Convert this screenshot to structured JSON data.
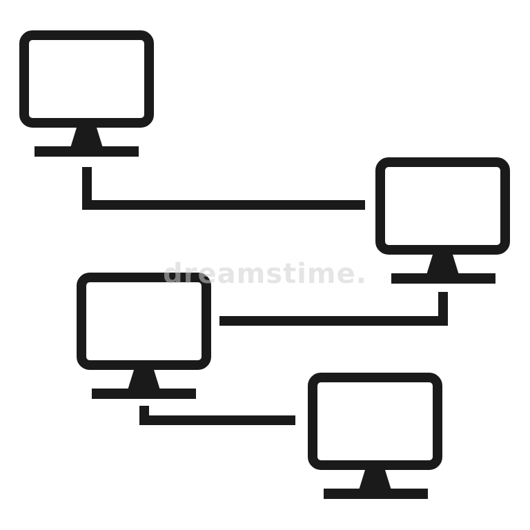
{
  "diagram": {
    "type": "network-topology",
    "nodes": [
      {
        "id": "computer-1",
        "icon": "monitor-icon"
      },
      {
        "id": "computer-2",
        "icon": "monitor-icon"
      },
      {
        "id": "computer-3",
        "icon": "monitor-icon"
      },
      {
        "id": "computer-4",
        "icon": "monitor-icon"
      }
    ],
    "connections": [
      {
        "from": "computer-1",
        "to": "computer-2"
      },
      {
        "from": "computer-2",
        "to": "computer-3"
      },
      {
        "from": "computer-3",
        "to": "computer-4"
      }
    ]
  },
  "watermark": {
    "text": "dreamstime."
  },
  "colors": {
    "stroke": "#1a1a1a",
    "screen_fill": "#ffffff",
    "background": "#ffffff",
    "watermark": "#cfcfcf"
  }
}
